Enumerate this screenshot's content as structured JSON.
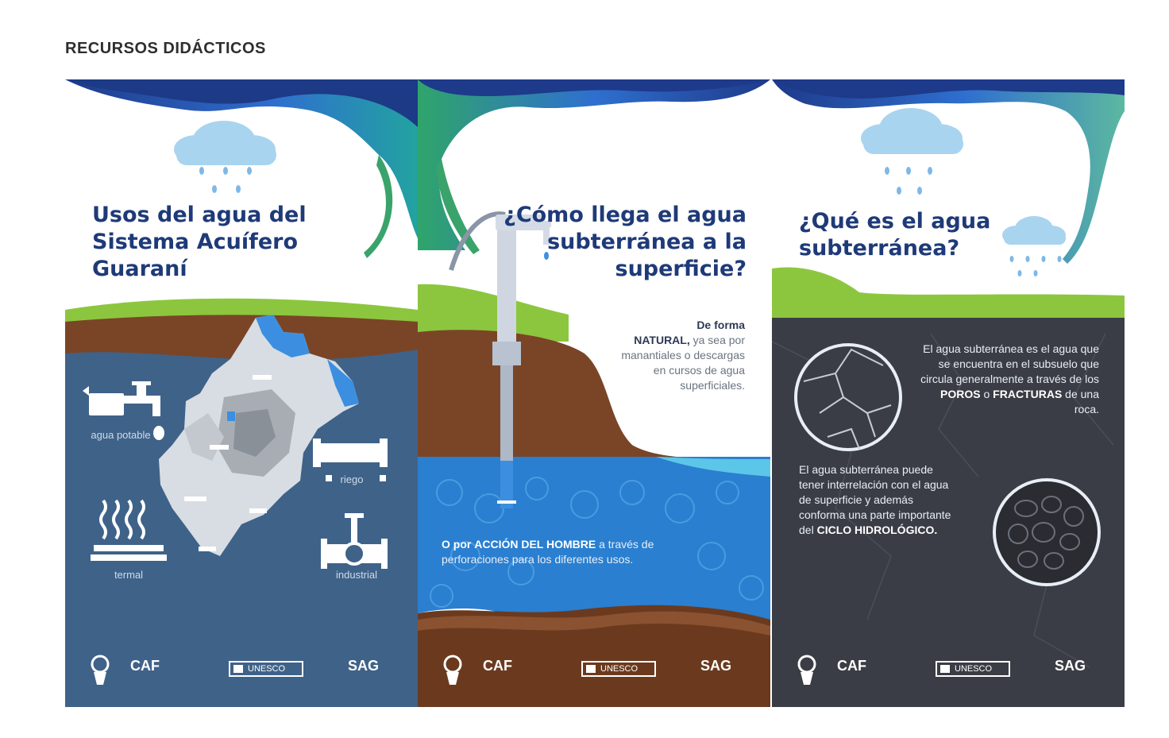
{
  "page": {
    "section_title": "RECURSOS DIDÁCTICOS"
  },
  "colors": {
    "navy": "#1e3a78",
    "slate_blue": "#3f6289",
    "brown": "#6b3a1e",
    "charcoal": "#3a3d45",
    "water_blue": "#2a7fd0",
    "green": "#8cc63f",
    "teal": "#5cb8a0"
  },
  "posters": [
    {
      "title": "Usos del agua del Sistema Acuífero Guaraní",
      "labels": {
        "potable": "agua potable",
        "riego": "riego",
        "termal": "termal",
        "industrial": "industrial"
      },
      "logos": {
        "caf": "CAF",
        "unesco": "UNESCO",
        "sag": "SAG"
      }
    },
    {
      "title": "¿Cómo llega el agua subterránea a la superficie?",
      "natural": {
        "lead": "De forma",
        "strong": "NATURAL,",
        "rest": "ya sea por manantiales o descargas en cursos de agua superficiales."
      },
      "human": {
        "lead": "O por",
        "strong": "ACCIÓN DEL HOMBRE",
        "rest": "a través de perforaciones para los diferentes usos."
      },
      "logos": {
        "caf": "CAF",
        "unesco": "UNESCO",
        "sag": "SAG"
      }
    },
    {
      "title": "¿Qué es el agua subterránea?",
      "definition": {
        "text": "El agua subterránea es el agua que se encuentra en el subsuelo que circula generalmente a través de los",
        "poros": "POROS",
        "mid": "o",
        "fracturas": "FRACTURAS",
        "end": "de una roca."
      },
      "relation": {
        "text": "El agua subterránea puede tener interrelación con el agua de superficie y además conforma una parte importante del",
        "strong": "CICLO HIDROLÓGICO."
      },
      "logos": {
        "caf": "CAF",
        "unesco": "UNESCO",
        "sag": "SAG"
      }
    }
  ]
}
